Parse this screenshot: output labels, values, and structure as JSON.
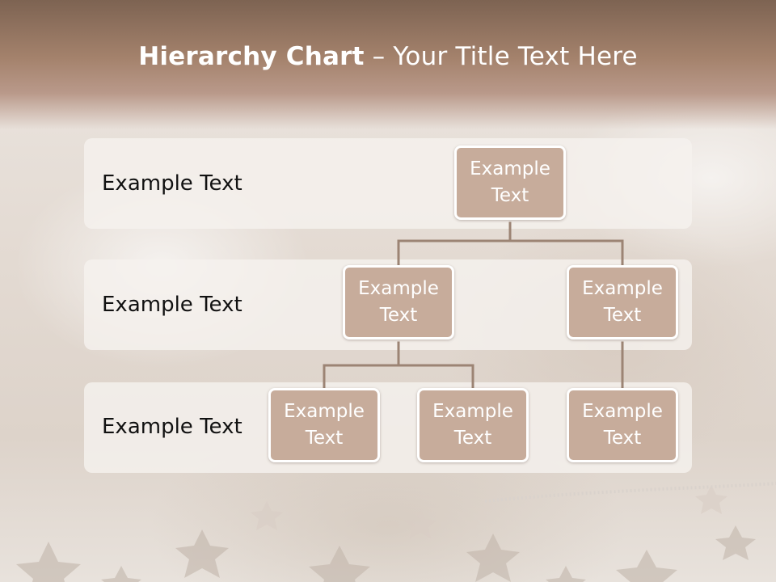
{
  "slide": {
    "title_bold": "Hierarchy Chart",
    "title_dash": " – ",
    "title_rest": "Your Title Text Here"
  },
  "levels": [
    {
      "label": "Example Text"
    },
    {
      "label": "Example Text"
    },
    {
      "label": "Example Text"
    }
  ],
  "nodes": {
    "root": {
      "label": "Example Text"
    },
    "mid_left": {
      "label": "Example Text"
    },
    "mid_right": {
      "label": "Example Text"
    },
    "leaf_1": {
      "label": "Example Text"
    },
    "leaf_2": {
      "label": "Example Text"
    },
    "leaf_3": {
      "label": "Example Text"
    }
  },
  "colors": {
    "node_fill": "#c7ac9b",
    "node_border": "#ffffff",
    "connector": "#9c8474",
    "header": "#a4826c"
  }
}
